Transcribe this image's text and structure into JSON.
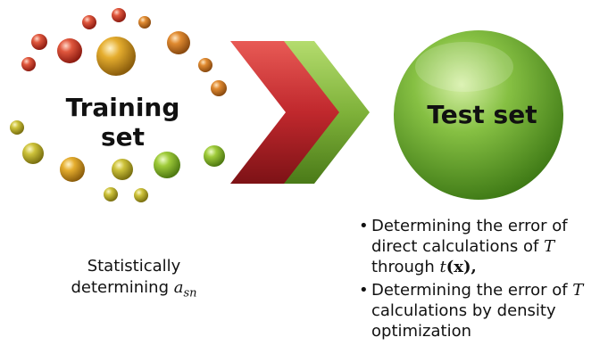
{
  "training_set": {
    "label": "Training set"
  },
  "test_set": {
    "label": "Test set"
  },
  "left_caption": {
    "line1": "Statistically",
    "line2_prefix": "determining ",
    "symbol_base": "a",
    "symbol_sub": "sn"
  },
  "bullets": [
    {
      "text_a": "Determining the error of direct calculations of ",
      "var_T": "T",
      "text_b": " through ",
      "func": "t",
      "paren_open": "(",
      "bold_x": "x",
      "paren_close": "),"
    },
    {
      "text_a": "Determining the error of ",
      "var_T": "T",
      "text_b": " calculations by density optimization"
    }
  ],
  "colors": {
    "red_chevron": "#c0282d",
    "green_chevron": "#7fb23a",
    "test_ball": "#7ab648",
    "red_ball": "#c43a2a",
    "gold_ball": "#d8a12a",
    "yellow_green_ball": "#b8c23a"
  }
}
